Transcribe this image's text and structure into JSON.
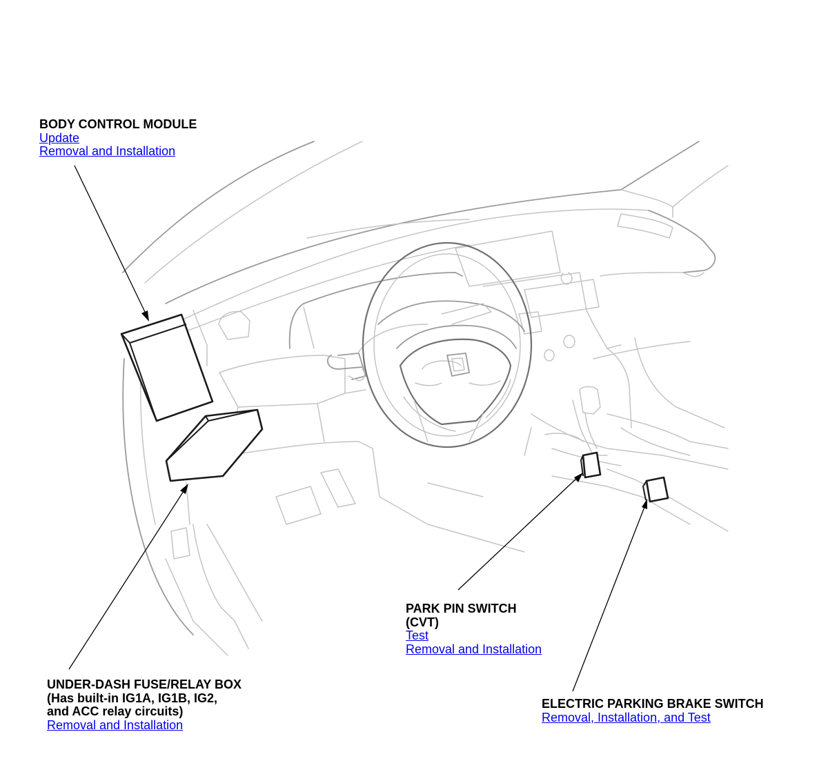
{
  "callouts": {
    "body_control_module": {
      "title": [
        "BODY CONTROL MODULE"
      ],
      "links": [
        "Update",
        "Removal and Installation"
      ]
    },
    "under_dash_fuse_relay_box": {
      "title": [
        "UNDER-DASH FUSE/RELAY BOX",
        "(Has built-in IG1A, IG1B, IG2,",
        "and ACC relay circuits)"
      ],
      "links": [
        "Removal and Installation"
      ]
    },
    "park_pin_switch": {
      "title": [
        "PARK PIN SWITCH",
        "(CVT)"
      ],
      "links": [
        "Test",
        "Removal and Installation"
      ]
    },
    "electric_parking_brake_switch": {
      "title": [
        "ELECTRIC PARKING BRAKE SWITCH"
      ],
      "links": [
        "Removal, Installation, and Test"
      ]
    }
  },
  "colors": {
    "link": "#0000ee",
    "text": "#000000",
    "part_outline": "#1a1a1a",
    "background_lines": "#c4c4c4"
  }
}
